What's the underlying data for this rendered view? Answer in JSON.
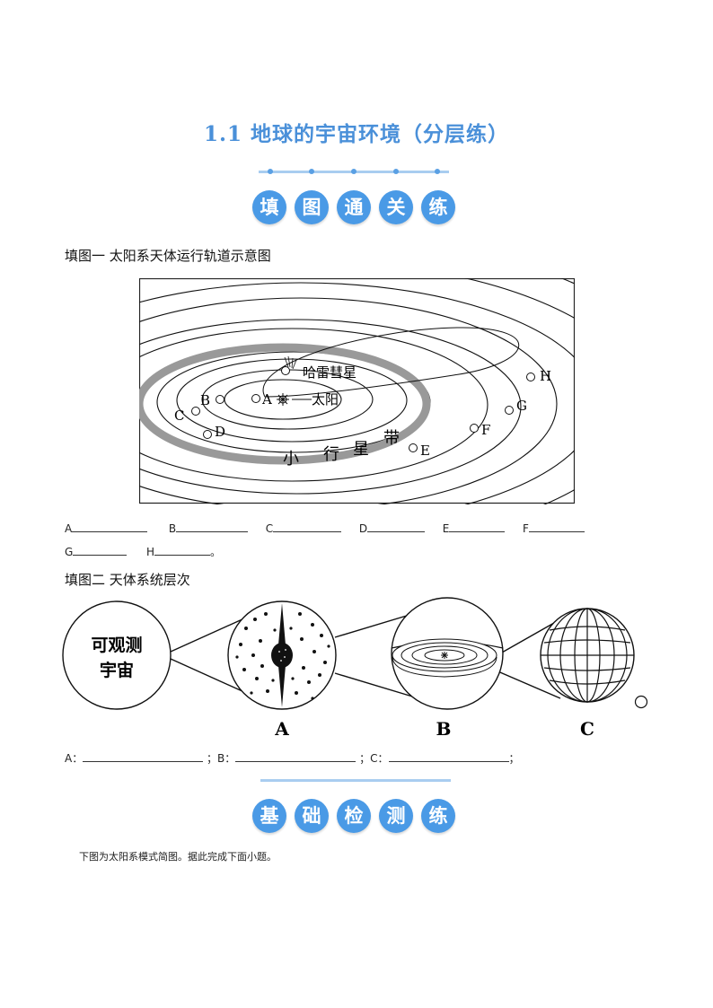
{
  "page": {
    "title": "1.1  地球的宇宙环境（分层练）"
  },
  "banner1": [
    "填",
    "图",
    "通",
    "关",
    "练"
  ],
  "banner2": [
    "基",
    "础",
    "检",
    "测",
    "练"
  ],
  "fig1": {
    "heading": "填图一  太阳系天体运行轨道示意图",
    "comet": "哈雷彗星",
    "sun": "太阳",
    "belt": [
      "小",
      "行",
      "星",
      "带"
    ],
    "points": [
      "A",
      "B",
      "C",
      "D",
      "E",
      "F",
      "G",
      "H"
    ]
  },
  "fig1_answers": {
    "row1": [
      "A",
      "B",
      "C",
      "D",
      "E",
      "F"
    ],
    "row2": [
      "G",
      "H"
    ],
    "end": "。"
  },
  "fig2": {
    "heading": "填图二  天体系统层次",
    "circle_text": [
      "可观测",
      "宇宙"
    ],
    "letters": [
      "A",
      "B",
      "C"
    ]
  },
  "fig2_answers": {
    "items": [
      "A：",
      "；B：",
      "；C："
    ],
    "end": "；"
  },
  "note": "下图为太阳系模式简图。据此完成下面小题。",
  "colors": {
    "accent": "#4a90d9",
    "badge": "#4a9ae6",
    "line": "#a9cdf0",
    "belt": "#999999"
  }
}
